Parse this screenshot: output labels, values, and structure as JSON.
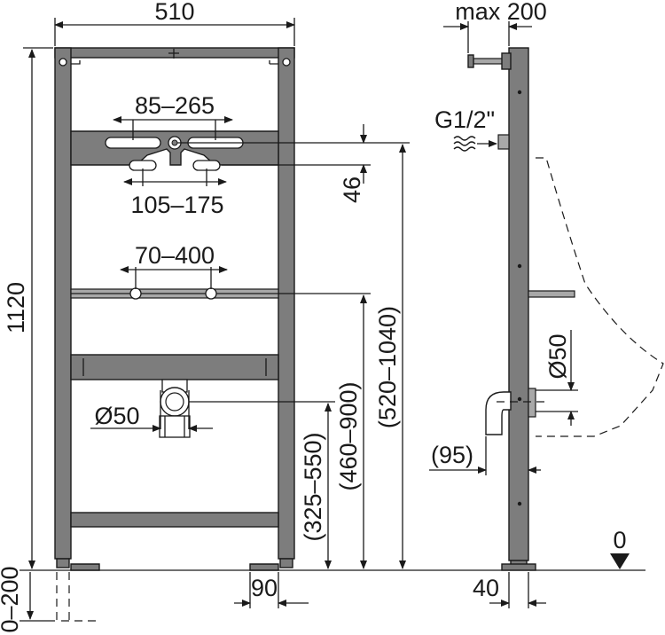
{
  "front_view": {
    "width": "510",
    "height": "1120",
    "slot_spacing_upper": "85–265",
    "slot_spacing_lower": "105–175",
    "plate_offset": "46",
    "rail_spacing": "70–400",
    "drain_diameter": "Ø50",
    "drain_height": "(325–550)",
    "rail_height": "(460–900)",
    "plate_height": "(520–1040)",
    "foot_width": "90",
    "floor_adjust": "0–200"
  },
  "side_view": {
    "max_offset": "max 200",
    "connection": "G1/2\"",
    "drain_diameter": "Ø50",
    "drain_offset": "(95)",
    "depth": "40",
    "floor_level": "0"
  }
}
